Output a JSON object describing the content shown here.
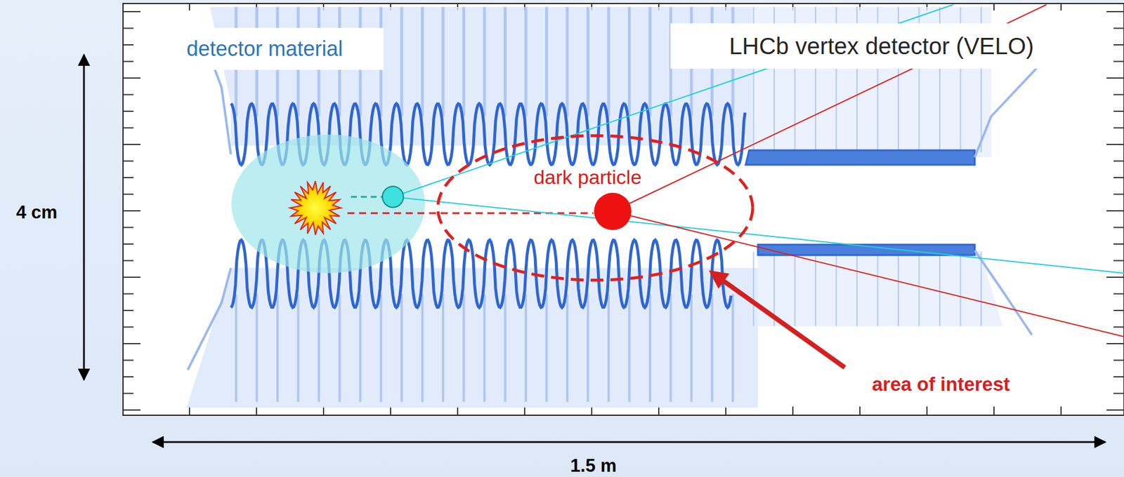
{
  "diagram": {
    "nodes": [
      {
        "text": [
          "dark particle"
        ]
      }
    ],
    "labels": [
      "detector material",
      "LHCb vertex detector (VELO)",
      "area of interest",
      "4 cm",
      "1.5 m"
    ]
  }
}
